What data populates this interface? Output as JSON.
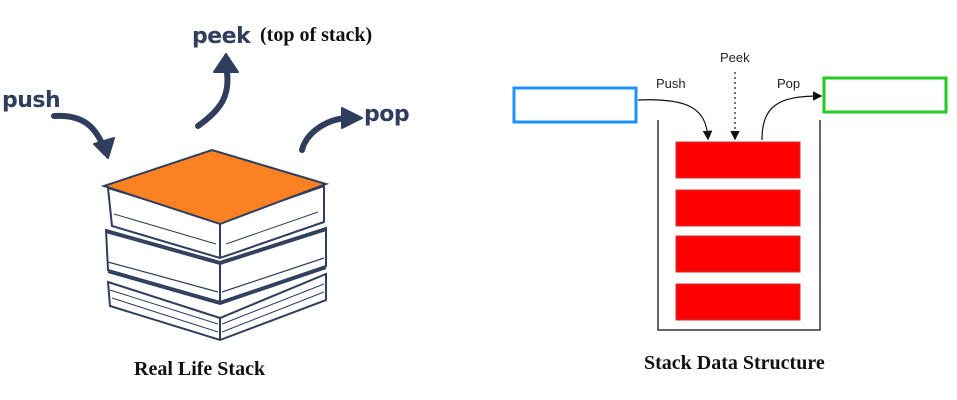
{
  "real_life_stack": {
    "push_label": "push",
    "peek_label": "peek",
    "peek_note": "(top of stack)",
    "pop_label": "pop",
    "caption": "Real Life Stack",
    "book_count": 3,
    "top_cover_color": "#fb8122",
    "ink_color": "#2f3e5c"
  },
  "stack_data_structure": {
    "push_label": "Push",
    "peek_label": "Peek",
    "pop_label": "Pop",
    "caption": "Stack Data Structure",
    "element_count": 4,
    "element_color": "#ff0000",
    "incoming_box_color": "#1e90ff",
    "outgoing_box_color": "#22cc22"
  }
}
